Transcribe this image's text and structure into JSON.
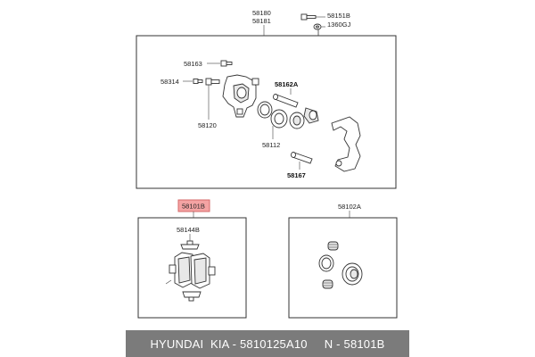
{
  "labels": {
    "caliper_assy_a": "58180",
    "caliper_assy_b": "58181",
    "bolt": "58151B",
    "washer": "1360GJ",
    "bleeder_cap": "58163",
    "bleeder_screw": "58314",
    "guide_rod_bolt": "58120",
    "piston_kit": "58162A",
    "piston_seal": "58112",
    "guide_pin": "58167",
    "pad_kit_highlight": "58101B",
    "pad_clip": "58144B",
    "seal_kit": "58102A"
  },
  "colors": {
    "highlight_fill": "#f4a3a3",
    "highlight_stroke": "#d66a6a",
    "footer_bg": "#7b7b7b"
  },
  "footer": {
    "brand": "HYUNDAI  KIA - 5810125A10     N - 58101B"
  }
}
